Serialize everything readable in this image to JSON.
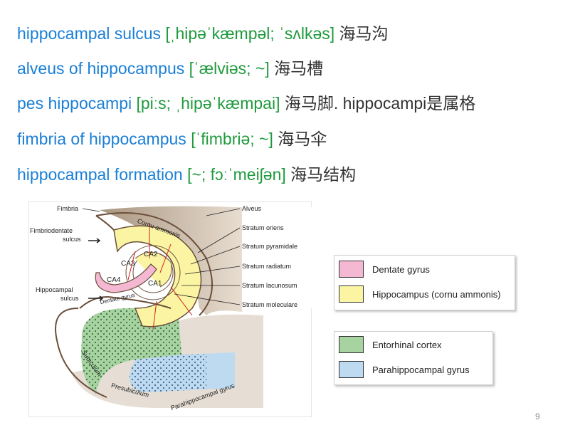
{
  "terms": [
    {
      "en": "hippocampal sulcus ",
      "ph": "[ˌhipəˈkæmpəl; ˈsʌlkəs]",
      "zh": " 海马沟"
    },
    {
      "en": "alveus of hippocampus ",
      "ph": "[ˈælviəs; ~]",
      "zh": " 海马槽"
    },
    {
      "en": "pes hippocampi ",
      "ph": "[piːs; ˌhipəˈkæmpai]",
      "zh": " 海马脚.  hippocampi是属格"
    },
    {
      "en": "fimbria of hippocampus ",
      "ph": "[ˈfimbriə; ~]",
      "zh": " 海马伞"
    },
    {
      "en": "hippocampal formation ",
      "ph": "[~; fɔːˈmeiʃən]",
      "zh": " 海马结构"
    }
  ],
  "figure": {
    "labels_left": {
      "fimbria": "Fimbria",
      "fimbriodentate_1": "Fimbriodentate",
      "fimbriodentate_2": "sulcus",
      "hippocampal_1": "Hippocampal",
      "hippocampal_2": "sulcus"
    },
    "labels_right": {
      "alveus": "Alveus",
      "oriens": "Stratum oriens",
      "pyramidale": "Stratum pyramidale",
      "radiatum": "Stratum radiatum",
      "lacunosum": "Stratum lacunosum",
      "moleculare": "Stratum moleculare"
    },
    "labels_inner": {
      "cornu": "Cornu ammonis",
      "ca1": "CA1",
      "ca2": "CA2",
      "ca3": "CA3",
      "ca4": "CA4",
      "dentate": "Dentate gyrus",
      "subiculum": "Subiculum",
      "presubiculum": "Presubiculum",
      "parahippocampal": "Parahippocampal gyrus"
    }
  },
  "legend1": [
    {
      "label": "Dentate gyrus",
      "color": "#f5b8d2"
    },
    {
      "label": "Hippocampus (cornu ammonis)",
      "color": "#fbf5a3"
    }
  ],
  "legend2": [
    {
      "label": "Entorhinal cortex",
      "color": "#a6d3a0"
    },
    {
      "label": "Parahippocampal gyrus",
      "color": "#bddaf0"
    }
  ],
  "page_number": "9"
}
